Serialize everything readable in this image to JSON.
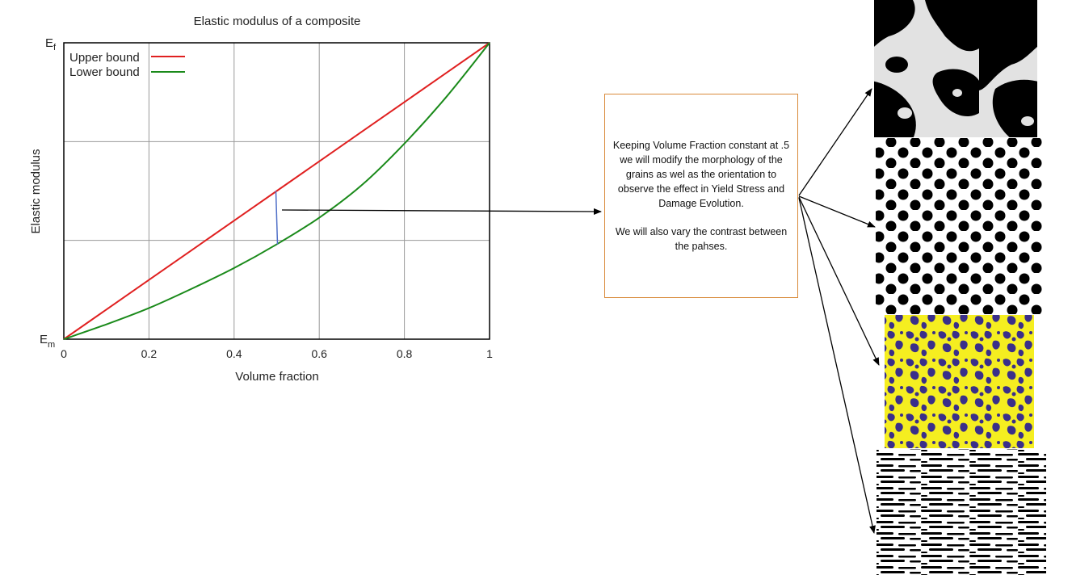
{
  "chart_data": {
    "type": "line",
    "title": "Elastic modulus of a composite",
    "xlabel": "Volume fraction",
    "ylabel": "Elastic modulus",
    "xlim": [
      0,
      1
    ],
    "ylim": [
      0,
      1
    ],
    "x_ticks": [
      "0",
      "0.2",
      "0.4",
      "0.6",
      "0.8",
      "1"
    ],
    "y_tick_labels": {
      "bottom": "E",
      "bottom_sub": "m",
      "top": "E",
      "top_sub": "f"
    },
    "grid": true,
    "legend_position": "top-left",
    "series": [
      {
        "name": "Upper bound",
        "color": "#e02020",
        "x": [
          0,
          0.1,
          0.2,
          0.3,
          0.4,
          0.5,
          0.6,
          0.7,
          0.8,
          0.9,
          1.0
        ],
        "y": [
          0,
          0.1,
          0.2,
          0.3,
          0.4,
          0.5,
          0.6,
          0.7,
          0.8,
          0.9,
          1.0
        ]
      },
      {
        "name": "Lower bound",
        "color": "#1a8a1a",
        "x": [
          0,
          0.1,
          0.2,
          0.3,
          0.4,
          0.5,
          0.6,
          0.7,
          0.8,
          0.9,
          1.0
        ],
        "y": [
          0,
          0.05,
          0.105,
          0.17,
          0.24,
          0.32,
          0.41,
          0.52,
          0.66,
          0.82,
          1.0
        ]
      }
    ],
    "marker": {
      "x": 0.5,
      "y_from": 0.32,
      "y_to": 0.5,
      "color": "#5070c8"
    }
  },
  "note": {
    "paragraph1": "Keeping Volume Fraction constant at .5 we will modify the morphology of the grains as wel as the orientation to observe the effect in Yield Stress and Damage Evolution.",
    "paragraph2": "We will also vary the contrast between the pahses."
  },
  "morphologies": [
    {
      "name": "blob-morphology",
      "colors": [
        "#000000",
        "#e2e2e2"
      ]
    },
    {
      "name": "circular-particle-morphology",
      "colors": [
        "#000000",
        "#ffffff"
      ]
    },
    {
      "name": "speckled-morphology",
      "colors": [
        "#3a2f8a",
        "#f5ee20"
      ]
    },
    {
      "name": "elongated-oriented-morphology",
      "colors": [
        "#000000",
        "#ffffff"
      ]
    }
  ]
}
